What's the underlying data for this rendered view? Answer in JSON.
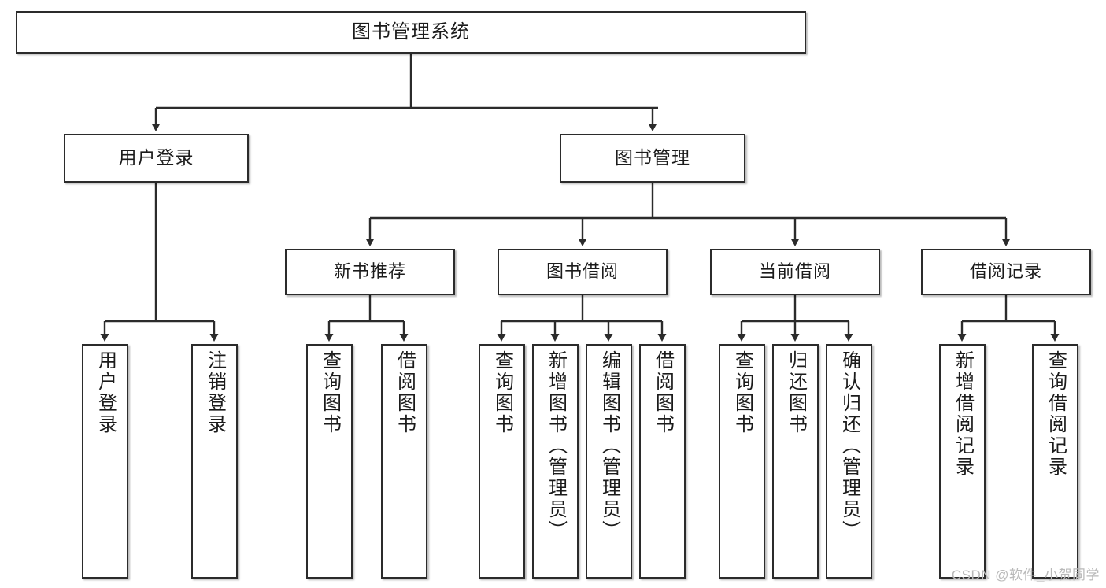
{
  "diagram": {
    "title": "图书管理系统",
    "type": "tree-hierarchy",
    "colors": {
      "background": "#ffffff",
      "box_border": "#2b2b2b",
      "box_fill": "#ffffff",
      "connector": "#2b2b2b",
      "text": "#1b1b1b",
      "watermark": "#b9b9b9"
    }
  },
  "root": {
    "label": "图书管理系统"
  },
  "level2": [
    {
      "label": "用户登录"
    },
    {
      "label": "图书管理"
    }
  ],
  "level3": [
    {
      "label": "新书推荐"
    },
    {
      "label": "图书借阅"
    },
    {
      "label": "当前借阅"
    },
    {
      "label": "借阅记录"
    }
  ],
  "leaves": {
    "user_login": [
      {
        "label": "用户登录"
      },
      {
        "label": "注销登录"
      }
    ],
    "new_book": [
      {
        "label": "查询图书"
      },
      {
        "label": "借阅图书"
      }
    ],
    "book_borrow": [
      {
        "label": "查询图书"
      },
      {
        "label": "新增图书（管理员）"
      },
      {
        "label": "编辑图书（管理员）"
      },
      {
        "label": "借阅图书"
      }
    ],
    "current_borrow": [
      {
        "label": "查询图书"
      },
      {
        "label": "归还图书"
      },
      {
        "label": "确认归还（管理员）"
      }
    ],
    "borrow_record": [
      {
        "label": "新增借阅记录"
      },
      {
        "label": "查询借阅记录"
      }
    ]
  },
  "watermark": {
    "text": "CSDN @软件_小贺同学"
  }
}
